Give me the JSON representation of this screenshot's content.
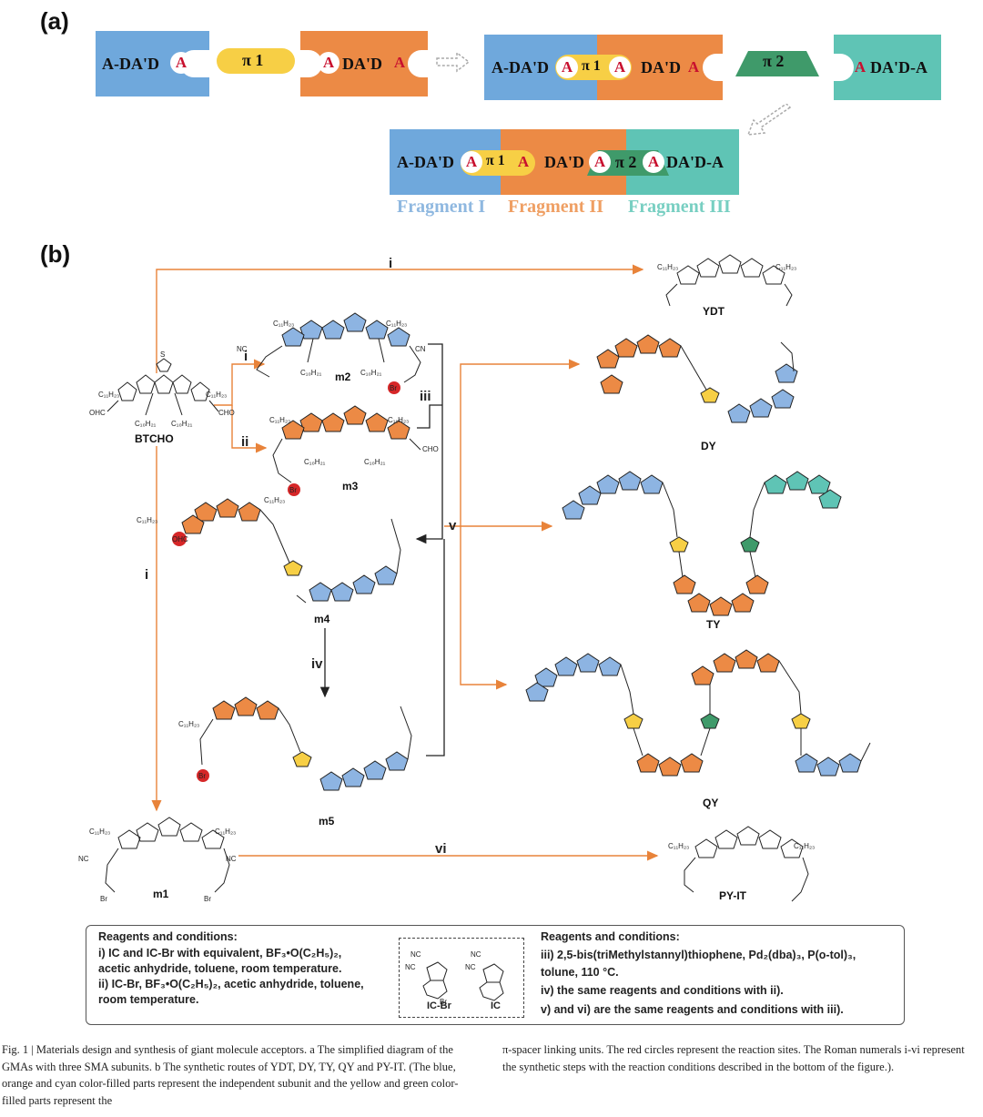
{
  "panel_a": {
    "label": "(a)",
    "row1": {
      "blue_text": "A-DA'D",
      "pi1_text": "π 1",
      "orange_text": "DA'D",
      "combined_left": "A-DA'D",
      "combined_pi1": "π 1",
      "combined_right": "DA'D",
      "pi2_text": "π 2",
      "cyan_text": "DA'D-A",
      "site": "A"
    },
    "row2": {
      "left": "A-DA'D",
      "pi1": "π 1",
      "mid": "DA'D",
      "pi2": "π 2",
      "right": "DA'D-A"
    },
    "fragments": [
      "Fragment I",
      "Fragment II",
      "Fragment III"
    ],
    "colors": {
      "blue": "#6fa8dc",
      "orange": "#ec8a45",
      "cyan": "#5fc4b5",
      "yellow": "#f7cf45",
      "green": "#3f9a6a"
    }
  },
  "panel_b": {
    "label": "(b)",
    "molecules": {
      "btcho": "BTCHO",
      "m1": "m1",
      "m2": "m2",
      "m3": "m3",
      "m4": "m4",
      "m5": "m5",
      "ydt": "YDT",
      "dy": "DY",
      "ty": "TY",
      "qy": "QY",
      "pyit": "PY-IT"
    },
    "steps": {
      "i": "i",
      "ii": "ii",
      "iii": "iii",
      "iv": "iv",
      "v": "v",
      "vi": "vi"
    },
    "groups": {
      "cho": "CHO",
      "ohc": "OHC",
      "br": "Br",
      "nc": "NC",
      "cn": "CN"
    },
    "reagents_left": {
      "title": "Reagents and conditions:",
      "lines": [
        "i) IC and IC-Br with equivalent, BF₃•O(C₂H₅)₂,",
        "acetic anhydride, toluene, room temperature.",
        "ii) IC-Br, BF₃•O(C₂H₅)₂, acetic anhydride, toluene,",
        "room temperature."
      ]
    },
    "reagent_structures": {
      "ic_br": "IC-Br",
      "ic": "IC"
    },
    "reagents_right": {
      "title": "Reagents and conditions:",
      "lines": [
        "iii) 2,5-bis(triMethylstannyl)thiophene, Pd₂(dba)₃, P(o-tol)₃,",
        "tolune, 110 °C.",
        "iv) the same reagents and conditions with ii).",
        "v) and vi)  are the same reagents and conditions with iii)."
      ]
    }
  },
  "caption": {
    "left": "Fig. 1 | Materials design and synthesis of giant molecule acceptors. a The simplified diagram of the GMAs with three SMA subunits. b The synthetic routes of YDT, DY, TY, QY and PY-IT. (The blue, orange and cyan color-filled parts represent the independent subunit and the yellow and green color-filled parts represent the",
    "right": "π-spacer linking units. The red circles represent the reaction sites. The Roman numerals i-vi represent the synthetic steps with the reaction conditions described in the bottom of the figure.)."
  }
}
